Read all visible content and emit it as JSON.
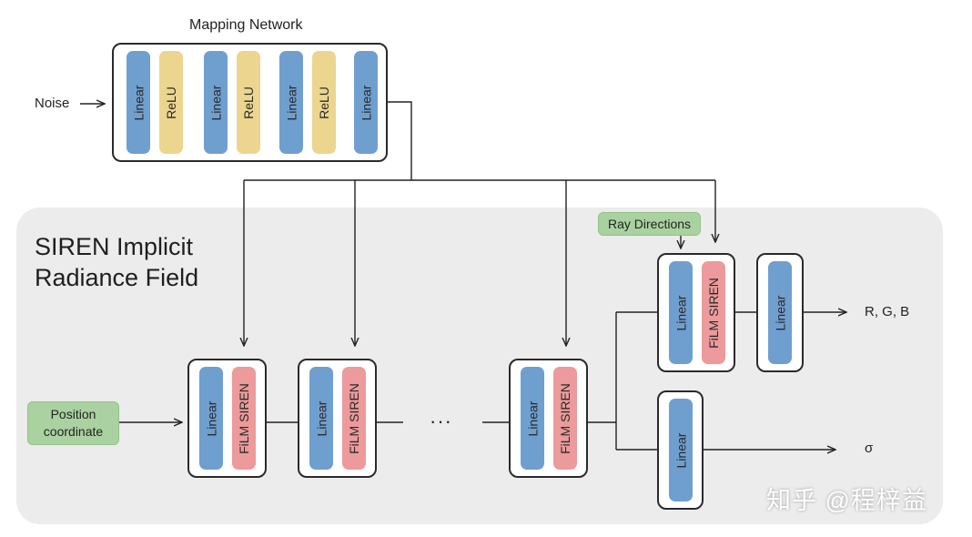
{
  "mapping_network": {
    "title": "Mapping Network",
    "layers": [
      {
        "label": "Linear",
        "kind": "linear"
      },
      {
        "label": "ReLU",
        "kind": "relu"
      },
      {
        "label": "Linear",
        "kind": "linear"
      },
      {
        "label": "ReLU",
        "kind": "relu"
      },
      {
        "label": "Linear",
        "kind": "linear"
      },
      {
        "label": "ReLU",
        "kind": "relu"
      },
      {
        "label": "Linear",
        "kind": "linear"
      }
    ]
  },
  "noise_label": "Noise",
  "siren": {
    "title_line1": "SIREN Implicit",
    "title_line2": "Radiance Field",
    "blocks": [
      {
        "linear": "Linear",
        "film": "FiLM SIREN"
      },
      {
        "linear": "Linear",
        "film": "FiLM SIREN"
      },
      {
        "linear": "Linear",
        "film": "FiLM SIREN"
      }
    ],
    "ellipsis": "···",
    "color_head": {
      "linear": "Linear",
      "film": "FiLM SIREN",
      "out_linear": "Linear"
    },
    "density_head": {
      "linear": "Linear"
    }
  },
  "inputs": {
    "position_line1": "Position",
    "position_line2": "coordinate",
    "ray_directions": "Ray Directions"
  },
  "outputs": {
    "rgb": "R, G, B",
    "sigma": "σ"
  },
  "watermark": "知乎 @程梓益",
  "colors": {
    "linear": "#6f9fcf",
    "relu": "#ecd58e",
    "film": "#ec9a9b",
    "input_tag": "#a9d2a0",
    "region": "#ececec"
  }
}
